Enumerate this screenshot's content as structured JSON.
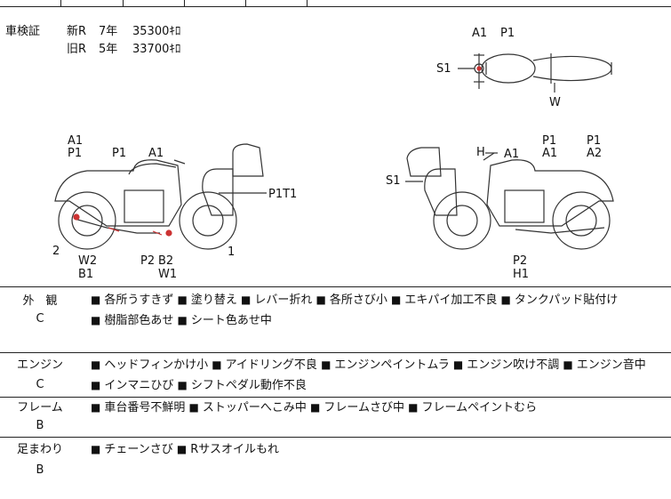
{
  "inspection": {
    "label": "車検証",
    "rows": [
      {
        "type": "新R",
        "years": "7年",
        "amount": "35300ｷﾛ"
      },
      {
        "type": "旧R",
        "years": "5年",
        "amount": "33700ｷﾛ"
      }
    ]
  },
  "diagram_labels": {
    "top_a1": "A1",
    "top_p1": "P1",
    "top_s1": "S1",
    "top_w": "W",
    "left_a1": "A1",
    "left_p1": "P1",
    "left_p1b": "P1",
    "left_a1b": "A1",
    "left_p1t1": "P1T1",
    "left_2": "2",
    "left_w2": "W2",
    "left_b1": "B1",
    "left_p2": "P2",
    "left_b2": "B2",
    "left_w1": "W1",
    "left_1": "1",
    "right_h": "H",
    "right_a1": "A1",
    "right_p1a": "P1",
    "right_a1b": "A1",
    "right_p1b": "P1",
    "right_a2": "A2",
    "right_s1": "S1",
    "right_p2": "P2",
    "right_h1": "H1"
  },
  "sections": [
    {
      "name": "外　観",
      "grade": "C",
      "lines": [
        [
          "各所うすきず",
          "塗り替え",
          "レバー折れ",
          "各所さび小",
          "エキパイ加工不良",
          "タンクパッド貼付け"
        ],
        [
          "樹脂部色あせ",
          "シート色あせ中"
        ]
      ]
    },
    {
      "name": "エンジン",
      "grade": "C",
      "lines": [
        [
          "ヘッドフィンかけ小",
          "アイドリング不良",
          "エンジンペイントムラ",
          "エンジン吹け不調",
          "エンジン音中"
        ],
        [
          "インマニひび",
          "シフトペダル動作不良"
        ]
      ]
    },
    {
      "name": "フレーム",
      "grade": "B",
      "lines": [
        [
          "車台番号不鮮明",
          "ストッパーへこみ中",
          "フレームさび中",
          "フレームペイントむら"
        ]
      ]
    },
    {
      "name": "足まわり",
      "grade": "B",
      "lines": [
        [
          "チェーンさび",
          "Rサスオイルもれ"
        ]
      ]
    }
  ]
}
